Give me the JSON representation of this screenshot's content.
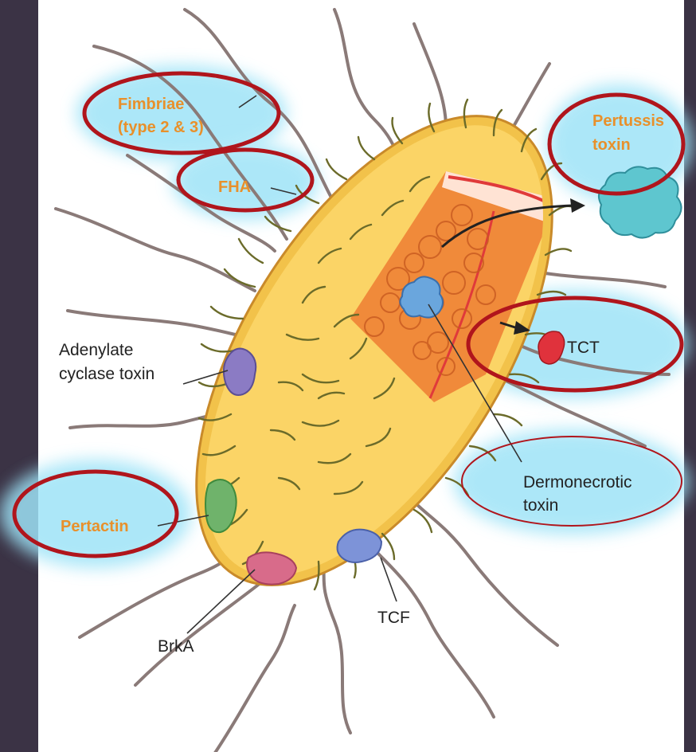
{
  "labels": {
    "fimbriae_line1": "Fimbriae",
    "fimbriae_line2": "(type 2 & 3)",
    "fha": "FHA",
    "pertussis_line1": "Pertussis",
    "pertussis_line2": "toxin",
    "adenylate_line1": "Adenylate",
    "adenylate_line2": "cyclase toxin",
    "tct": "TCT",
    "dermonecrotic_line1": "Dermonecrotic",
    "dermonecrotic_line2": "toxin",
    "pertactin": "Pertactin",
    "tcf": "TCF",
    "brka": "BrkA"
  },
  "colors": {
    "highlight_ring": "#b0151c",
    "glow": "#9ee3f7",
    "label_orange": "#e8902b",
    "cell_body": "#f6c64a",
    "cytoplasm": "#f08a3a",
    "flagella": "#8a7a78",
    "pertussis_toxin": "#5ec6cf",
    "tct_particle": "#e0323c",
    "dermonecrotic": "#6aa6dd",
    "adenylate": "#8b7bc4",
    "pertactin_protein": "#6fb36b",
    "tcf_protein": "#7d93d8",
    "brka_protein": "#d86b8a"
  }
}
